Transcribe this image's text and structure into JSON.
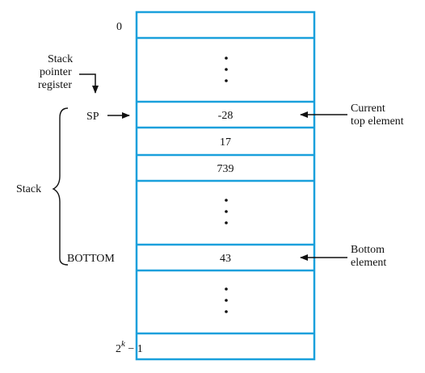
{
  "memory": {
    "first_address": "0",
    "last_address_base": "2",
    "last_address_exp": "k",
    "last_address_suffix": " − 1",
    "cells": [
      "-28",
      "17",
      "739",
      "43"
    ]
  },
  "labels": {
    "stack_pointer_register": [
      "Stack",
      "pointer",
      "register"
    ],
    "sp": "SP",
    "bottom": "BOTTOM",
    "stack": "Stack",
    "current_top": [
      "Current",
      "top element"
    ],
    "bottom_element": [
      "Bottom",
      "element"
    ]
  },
  "colors": {
    "cell_border": "#1aa0dc",
    "text": "#111111",
    "arrow": "#111111"
  }
}
